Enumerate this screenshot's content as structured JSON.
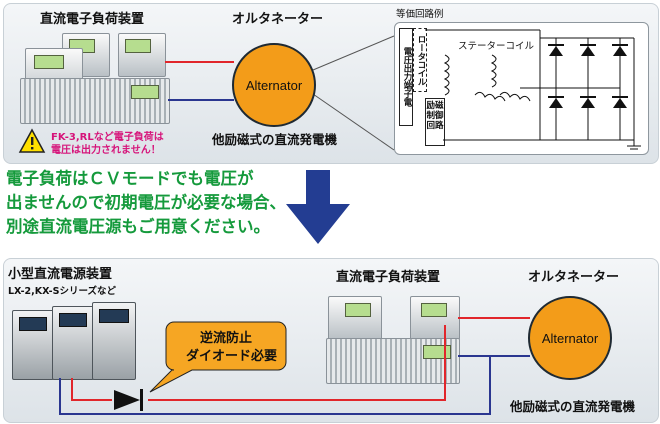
{
  "top": {
    "load_title": "直流電子負荷装置",
    "alternator_title": "オルタネーター",
    "alternator_label": "Alternator",
    "generator_caption": "他励磁式の直流発電機",
    "warning_line1": "FK-3,RLなど電子負荷は",
    "warning_line2": "電圧は出力されません！",
    "warning_icon": "warning-triangle-icon",
    "equivalent": {
      "title": "等価回路例",
      "output_voltage": "電圧出力端子電",
      "rotor_coil": "ロータコイル",
      "stator_coil": "ステーターコイル",
      "excitation_ctrl": "励磁制御回路"
    }
  },
  "middle": {
    "line1": "電子負荷はＣＶモードでも電圧が",
    "line2": "出ませんので初期電圧が必要な場合、",
    "line3": "別途直流電圧源もご用意ください。",
    "arrow_icon": "down-arrow-icon"
  },
  "bottom": {
    "psu_title": "小型直流電源装置",
    "psu_subtitle": "LX-2,KX-Sシリーズなど",
    "load_title": "直流電子負荷装置",
    "alternator_title": "オルタネーター",
    "alternator_label": "Alternator",
    "diode_callout_line1": "逆流防止",
    "diode_callout_line2": "ダイオード必要",
    "generator_caption": "他励磁式の直流発電機"
  },
  "colors": {
    "positive_wire": "#e1262b",
    "negative_wire": "#2a3690",
    "accent_green": "#159a3c",
    "warning_pink": "#d6147a",
    "alternator": "#f39c19",
    "callout": "#f6a623",
    "arrow": "#233d92"
  }
}
